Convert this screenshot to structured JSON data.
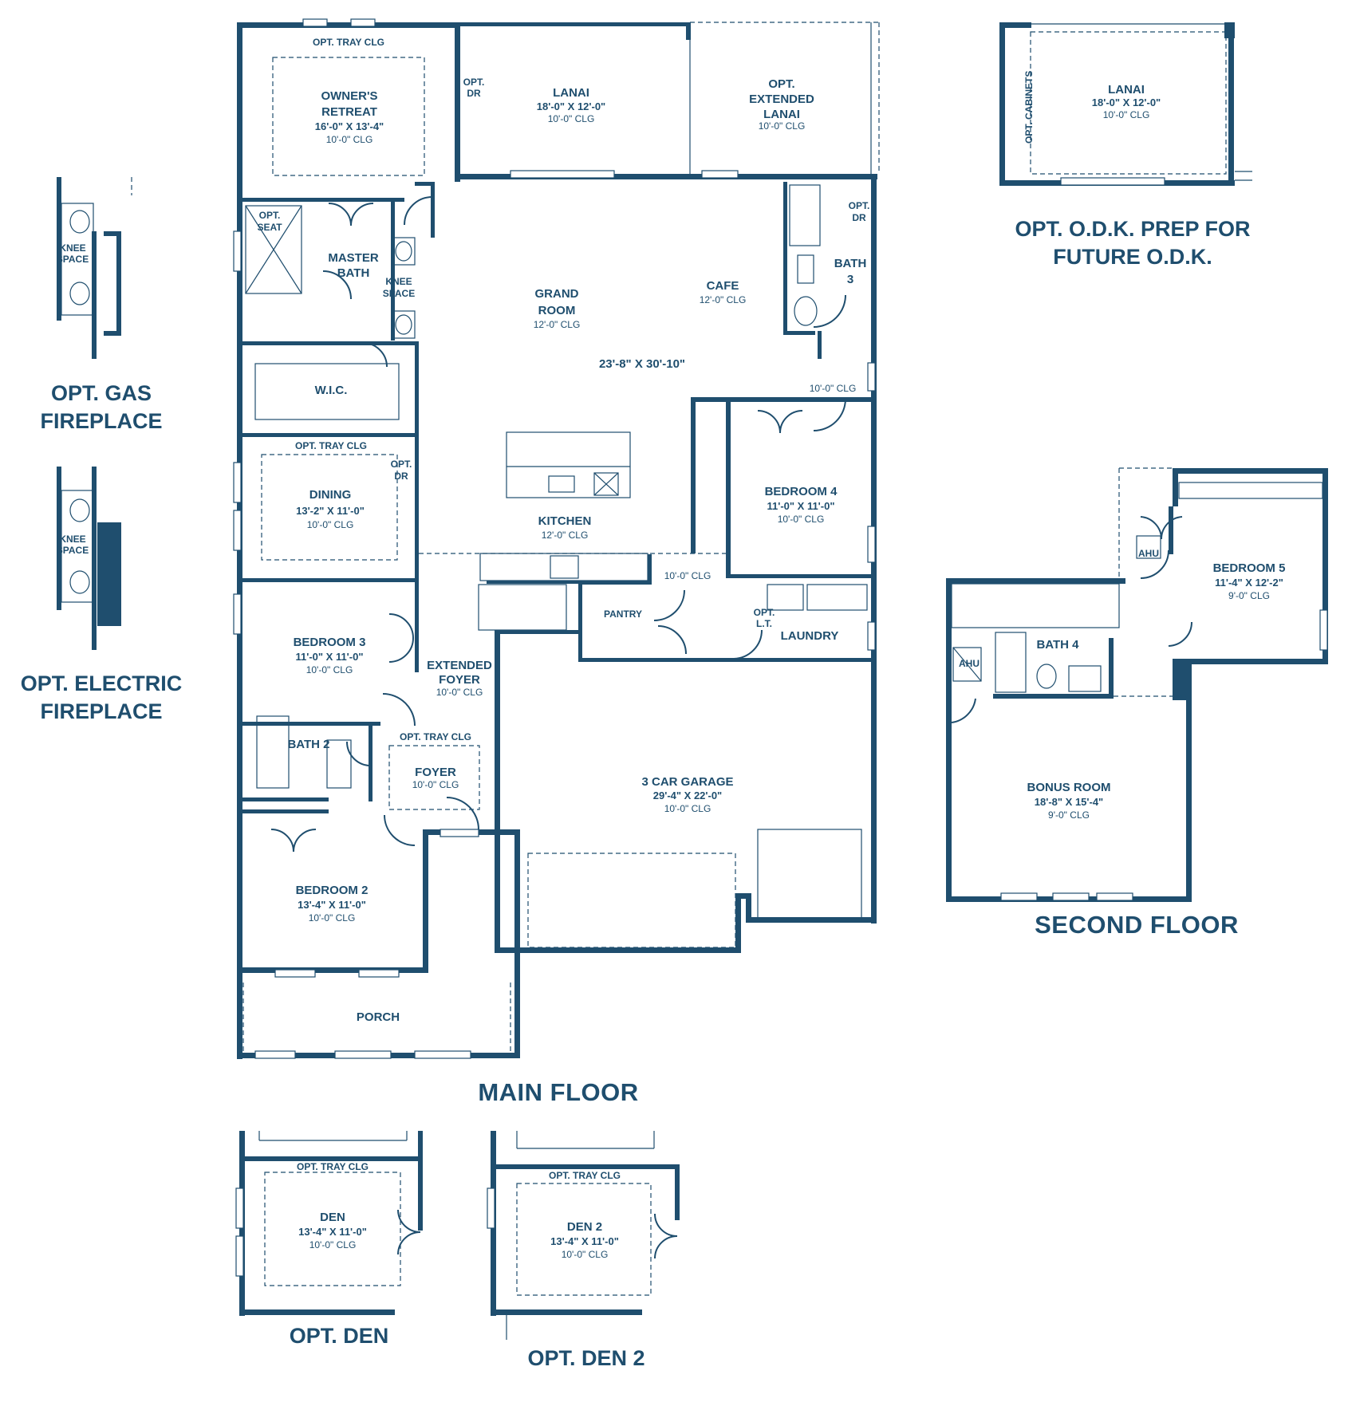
{
  "colors": {
    "line": "#1f4e6e",
    "background": "#ffffff"
  },
  "titles": {
    "main_floor": "MAIN FLOOR",
    "second_floor": "SECOND FLOOR",
    "opt_gas_fireplace": [
      "OPT. GAS",
      "FIREPLACE"
    ],
    "opt_electric_fireplace": [
      "OPT. ELECTRIC",
      "FIREPLACE"
    ],
    "opt_odk": [
      "OPT. O.D.K. PREP FOR",
      "FUTURE O.D.K."
    ],
    "opt_den": "OPT. DEN",
    "opt_den2": "OPT. DEN 2"
  },
  "main_rooms": {
    "owners_retreat": {
      "tray": "OPT. TRAY CLG",
      "name1": "OWNER'S",
      "name2": "RETREAT",
      "size": "16'-0\" X 13'-4\"",
      "clg": "10'-0\" CLG"
    },
    "lanai": {
      "name": "LANAI",
      "size": "18'-0\" X 12'-0\"",
      "clg": "10'-0\" CLG"
    },
    "ext_lanai": {
      "name1": "OPT.",
      "name2": "EXTENDED",
      "name3": "LANAI",
      "clg": "10'-0\" CLG"
    },
    "grand_room": {
      "name1": "GRAND",
      "name2": "ROOM",
      "clg": "12'-0\" CLG",
      "size": "23'-8\" X 30'-10\""
    },
    "cafe": {
      "name": "CAFE",
      "clg": "12'-0\" CLG"
    },
    "master_bath": {
      "name1": "MASTER",
      "name2": "BATH"
    },
    "wic": {
      "name": "W.I.C."
    },
    "bath3": {
      "name1": "BATH",
      "name2": "3",
      "clg": "10'-0\" CLG"
    },
    "dining": {
      "tray": "OPT. TRAY CLG",
      "name": "DINING",
      "size": "13'-2\" X 11'-0\"",
      "clg": "10'-0\" CLG"
    },
    "kitchen": {
      "name": "KITCHEN",
      "clg": "12'-0\" CLG"
    },
    "bedroom4": {
      "name": "BEDROOM 4",
      "size": "11'-0\" X 11'-0\"",
      "clg": "10'-0\" CLG"
    },
    "bedroom3": {
      "name": "BEDROOM 3",
      "size": "11'-0\" X 11'-0\"",
      "clg": "10'-0\" CLG"
    },
    "ext_foyer": {
      "name1": "EXTENDED",
      "name2": "FOYER",
      "clg": "10'-0\" CLG"
    },
    "pantry": {
      "name": "PANTRY",
      "clg": "10'-0\" CLG"
    },
    "laundry": {
      "name": "LAUNDRY",
      "opt_lt": "OPT.",
      "opt_lt2": "L.T."
    },
    "bath2": {
      "name": "BATH 2"
    },
    "foyer": {
      "tray": "OPT. TRAY CLG",
      "name": "FOYER",
      "clg": "10'-0\" CLG"
    },
    "garage": {
      "name": "3 CAR GARAGE",
      "size": "29'-4\" X 22'-0\"",
      "clg": "10'-0\" CLG"
    },
    "bedroom2": {
      "name": "BEDROOM 2",
      "size": "13'-4\" X 11'-0\"",
      "clg": "10'-0\" CLG"
    },
    "porch": {
      "name": "PORCH"
    }
  },
  "small_labels": {
    "opt_dr": [
      "OPT.",
      "DR"
    ],
    "opt_seat": [
      "OPT.",
      "SEAT"
    ],
    "knee_space": [
      "KNEE",
      "SPACE"
    ]
  },
  "odk": {
    "name": "LANAI",
    "size": "18'-0\" X 12'-0\"",
    "clg": "10'-0\" CLG",
    "cabinets": "OPT. CABINETS"
  },
  "second_floor": {
    "bedroom5": {
      "name": "BEDROOM 5",
      "size": "11'-4\" X 12'-2\"",
      "clg": "9'-0\" CLG"
    },
    "bath4": {
      "name": "BATH 4"
    },
    "ahu": "AHU",
    "bonus": {
      "name": "BONUS ROOM",
      "size": "18'-8\" X 15'-4\"",
      "clg": "9'-0\" CLG"
    }
  },
  "den": {
    "tray": "OPT. TRAY CLG",
    "name": "DEN",
    "size": "13'-4\" X 11'-0\"",
    "clg": "10'-0\" CLG"
  },
  "den2": {
    "tray": "OPT. TRAY CLG",
    "name": "DEN 2",
    "size": "13'-4\" X 11'-0\"",
    "clg": "10'-0\" CLG"
  }
}
